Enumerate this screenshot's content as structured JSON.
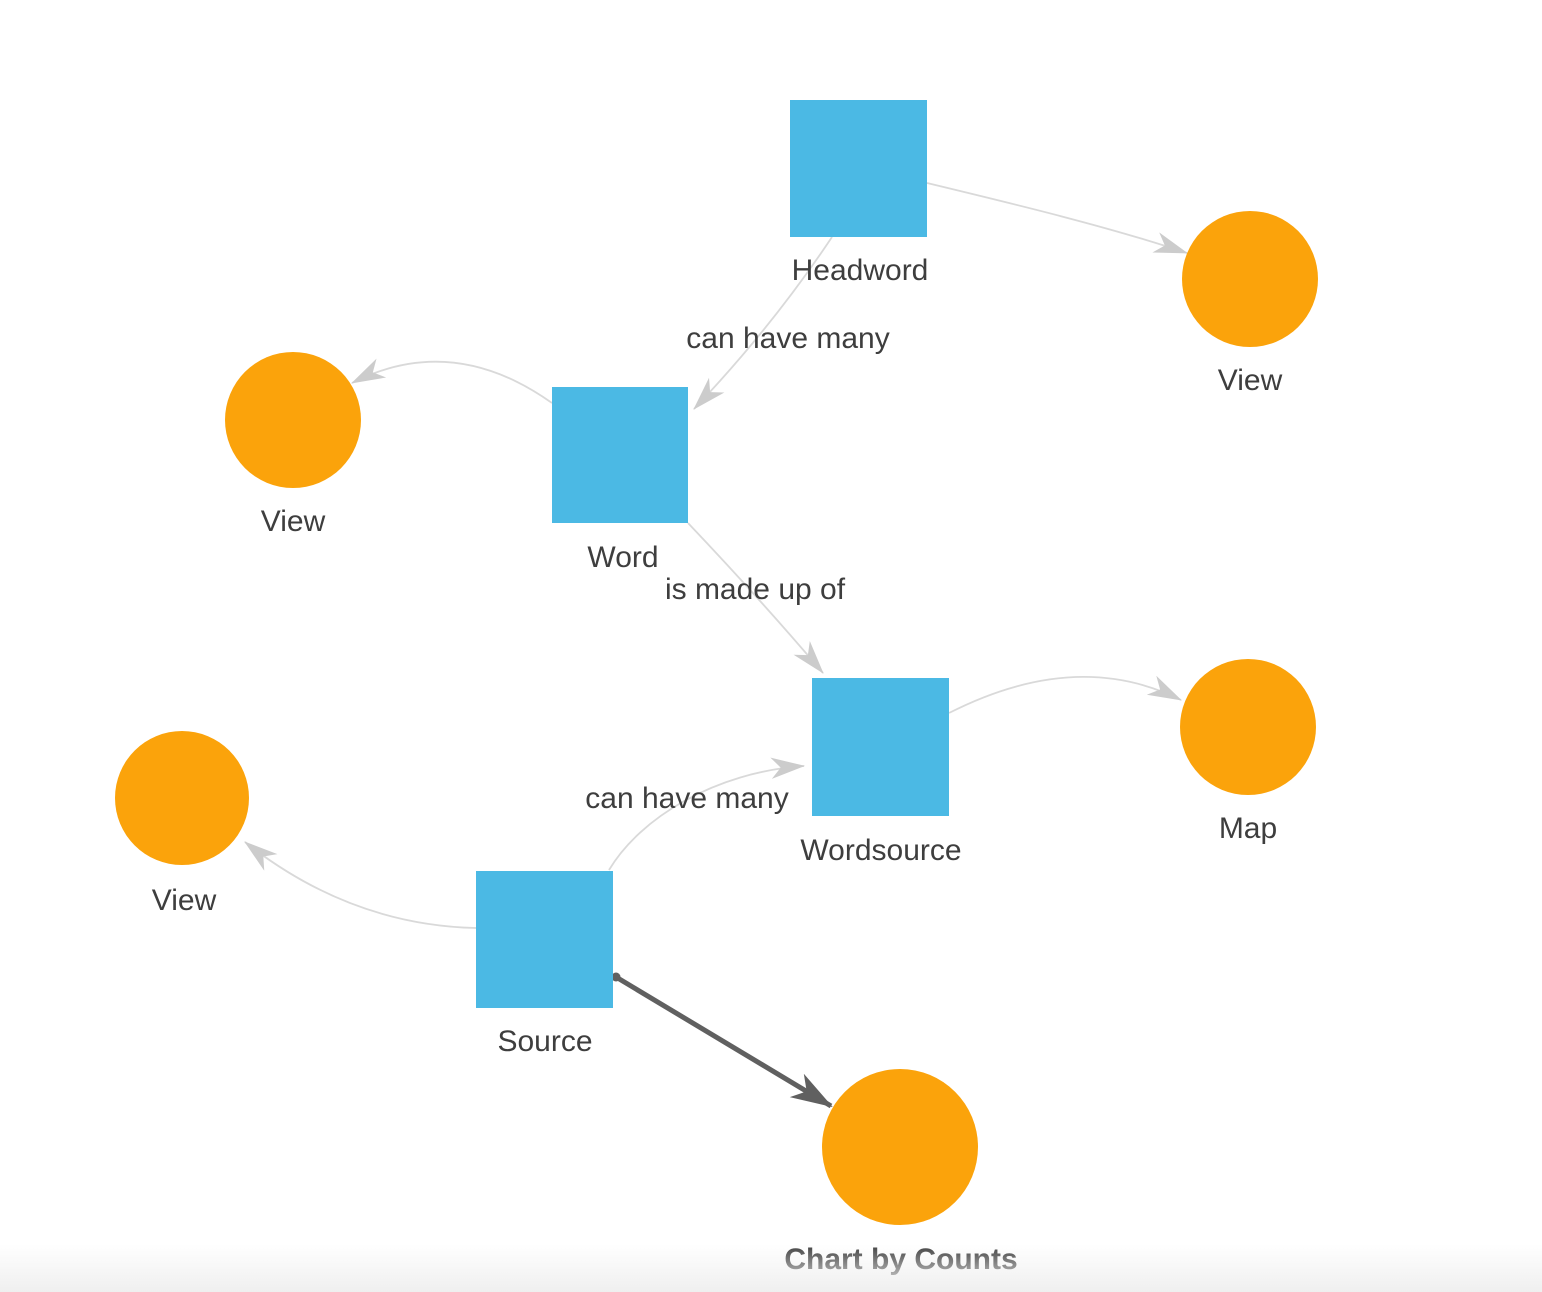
{
  "colors": {
    "entity_fill": "#4BB9E4",
    "view_fill": "#FBA30B",
    "edge": "#D9D9D9",
    "arrow": "#CCCCCC",
    "emphasis_edge": "#606060",
    "label_text": "#3E3E3E",
    "background": "#FFFFFF"
  },
  "diagram": {
    "nodes": [
      {
        "id": "headword",
        "shape": "square",
        "label": "Headword"
      },
      {
        "id": "view-top",
        "shape": "circle",
        "label": "View"
      },
      {
        "id": "view-left",
        "shape": "circle",
        "label": "View"
      },
      {
        "id": "word",
        "shape": "square",
        "label": "Word"
      },
      {
        "id": "wordsource",
        "shape": "square",
        "label": "Wordsource"
      },
      {
        "id": "map",
        "shape": "circle",
        "label": "Map"
      },
      {
        "id": "view-bottom",
        "shape": "circle",
        "label": "View"
      },
      {
        "id": "source",
        "shape": "square",
        "label": "Source"
      },
      {
        "id": "chart",
        "shape": "circle",
        "label": "Chart by Counts"
      }
    ],
    "edges": [
      {
        "from": "headword",
        "to": "view-top",
        "label": ""
      },
      {
        "from": "headword",
        "to": "word",
        "label": "can have many"
      },
      {
        "from": "word",
        "to": "view-left",
        "label": ""
      },
      {
        "from": "word",
        "to": "wordsource",
        "label": "is made up of"
      },
      {
        "from": "source",
        "to": "wordsource",
        "label": "can have many"
      },
      {
        "from": "wordsource",
        "to": "map",
        "label": ""
      },
      {
        "from": "source",
        "to": "view-bottom",
        "label": ""
      },
      {
        "from": "source",
        "to": "chart",
        "label": "",
        "emphasis": true
      }
    ]
  }
}
